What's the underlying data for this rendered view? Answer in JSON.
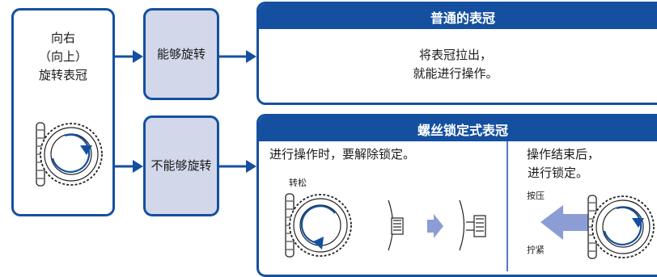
{
  "start": {
    "lines": [
      "向右",
      "（向上）",
      "旋转表冠"
    ]
  },
  "can_rotate": {
    "label": "能够旋转"
  },
  "cannot_rotate": {
    "label": "不能够旋转"
  },
  "normal_crown": {
    "title": "普通的表冠",
    "lines": [
      "将表冠拉出，",
      "就能进行操作。"
    ]
  },
  "screw_crown": {
    "title": "螺丝锁定式表冠",
    "left": {
      "instruction": "进行操作时，要解除锁定。",
      "caption": "转松"
    },
    "right": {
      "lines": [
        "操作结束后，",
        "进行锁定。"
      ],
      "press_label": "按压",
      "tighten_label": "拧紧"
    }
  },
  "colors": {
    "frame": "#1550a0",
    "panel": "#d3d7ea",
    "arrow_light": "#8c9cd4"
  }
}
